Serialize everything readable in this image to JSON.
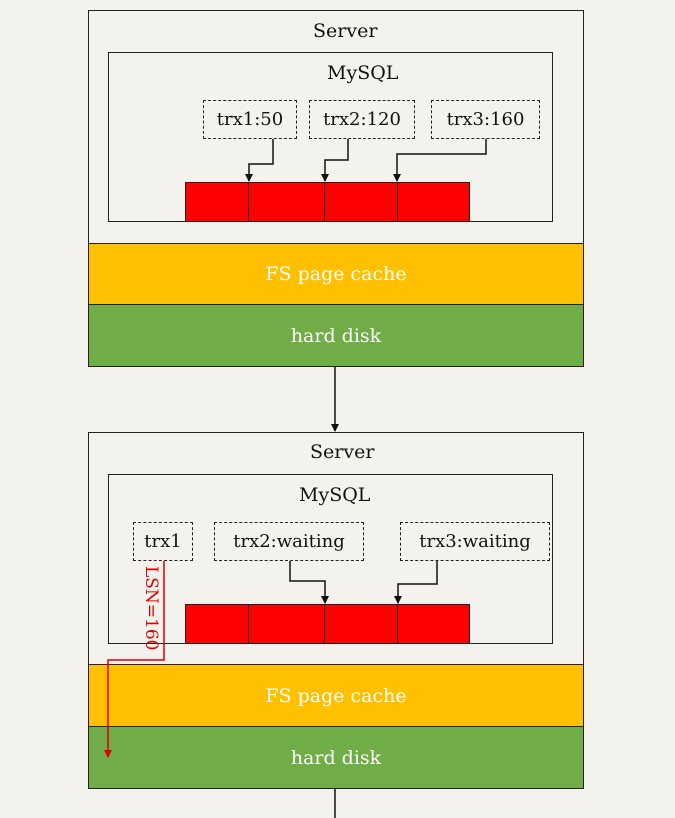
{
  "top": {
    "server_label": "Server",
    "mysql_label": "MySQL",
    "trx": [
      "trx1:50",
      "trx2:120",
      "trx3:160"
    ],
    "fs_label": "FS page cache",
    "disk_label": "hard disk"
  },
  "bottom": {
    "server_label": "Server",
    "mysql_label": "MySQL",
    "trx": [
      "trx1",
      "trx2:waiting",
      "trx3:waiting"
    ],
    "fs_label": "FS page cache",
    "disk_label": "hard disk",
    "lsn_label": "LSN=160"
  },
  "colors": {
    "buffer": "#ff0000",
    "fs_cache": "#ffc000",
    "disk": "#70ad47",
    "lsn_arrow": "#e00000"
  }
}
